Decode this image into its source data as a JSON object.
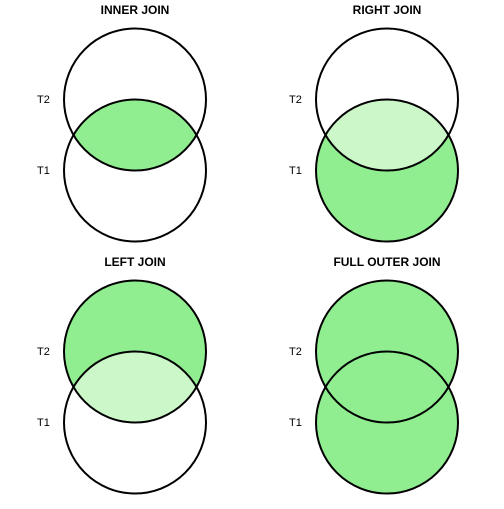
{
  "colors": {
    "fill_strong": "#90ee90",
    "fill_light": "#ccf7c8",
    "fill_none": "#ffffff",
    "stroke": "#000000"
  },
  "panels": [
    {
      "title": "INNER JOIN",
      "top_label": "T2",
      "bottom_label": "T1",
      "regions": {
        "top_only": "none",
        "overlap": "strong",
        "bottom_only": "none"
      }
    },
    {
      "title": "RIGHT JOIN",
      "top_label": "T2",
      "bottom_label": "T1",
      "regions": {
        "top_only": "none",
        "overlap": "light",
        "bottom_only": "strong"
      }
    },
    {
      "title": "LEFT JOIN",
      "top_label": "T2",
      "bottom_label": "T1",
      "regions": {
        "top_only": "strong",
        "overlap": "light",
        "bottom_only": "none"
      }
    },
    {
      "title": "FULL OUTER JOIN",
      "top_label": "T2",
      "bottom_label": "T1",
      "regions": {
        "top_only": "strong",
        "overlap": "strong",
        "bottom_only": "strong"
      }
    }
  ]
}
